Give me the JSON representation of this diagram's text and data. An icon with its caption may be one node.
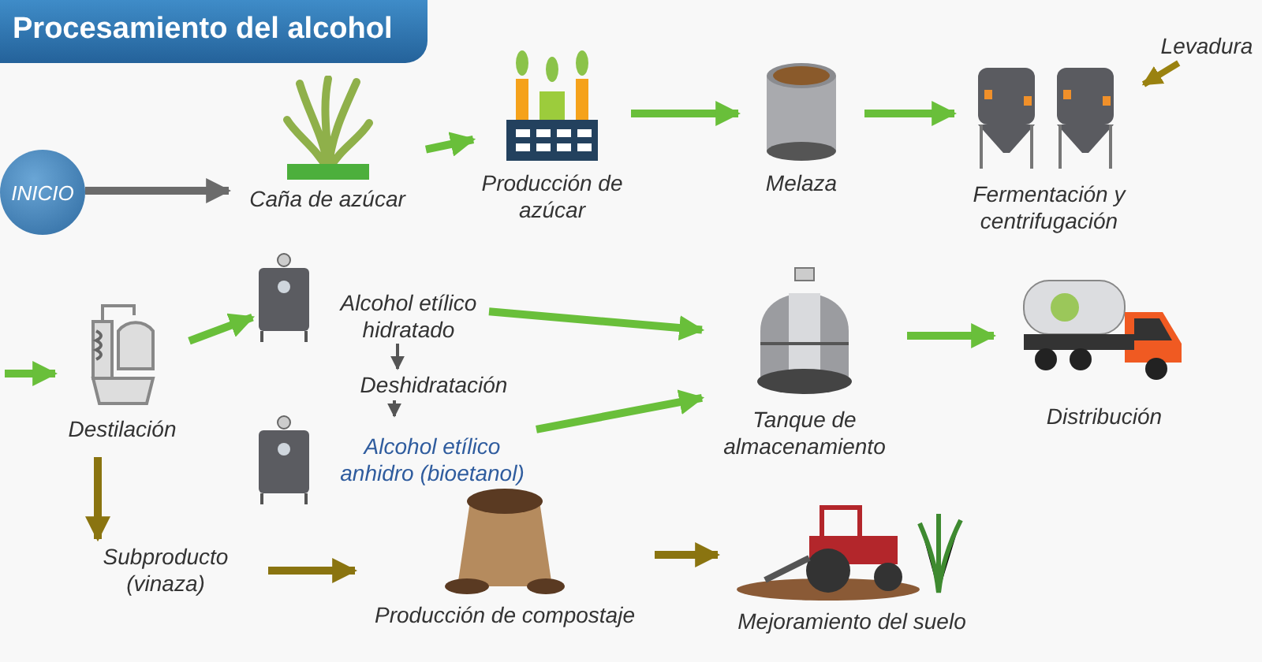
{
  "diagram": {
    "title": "Procesamiento del alcohol",
    "nodes": [
      {
        "text": [
          "INICIO"
        ]
      },
      {
        "text": [
          "Caña de azúcar"
        ]
      },
      {
        "text": [
          "Producción de azúcar"
        ]
      },
      {
        "text": [
          "Melaza"
        ]
      },
      {
        "text": [
          "Fermentación y centrifugación"
        ]
      },
      {
        "text": [
          "Levadura"
        ]
      },
      {
        "text": [
          "Destilación"
        ]
      },
      {
        "text": [
          "Alcohol etílico hidratado"
        ]
      },
      {
        "text": [
          "Deshidratación"
        ]
      },
      {
        "text": [
          "Alcohol etílico anhidro (bioetanol)"
        ]
      },
      {
        "text": [
          "Tanque de almacenamiento"
        ]
      },
      {
        "text": [
          "Distribución"
        ]
      },
      {
        "text": [
          "Subproducto (vinaza)"
        ]
      },
      {
        "text": [
          "Producción de compostaje"
        ]
      },
      {
        "text": [
          "Mejoramiento del suelo"
        ]
      }
    ],
    "edges": [
      {
        "from": 0,
        "to": 1,
        "arrow": "to",
        "color": "#6b6b6b"
      },
      {
        "from": 1,
        "to": 2,
        "arrow": "to"
      },
      {
        "from": 2,
        "to": 3,
        "arrow": "to"
      },
      {
        "from": 3,
        "to": 4,
        "arrow": "to"
      },
      {
        "from": 5,
        "to": 4,
        "arrow": "to",
        "color": "#9a8210"
      },
      {
        "from": null,
        "to": 6,
        "arrow": "to"
      },
      {
        "from": 6,
        "to": 7,
        "arrow": "to"
      },
      {
        "from": 7,
        "to": 8,
        "arrow": "to",
        "color": "#555555"
      },
      {
        "from": 8,
        "to": 9,
        "arrow": "to",
        "color": "#555555"
      },
      {
        "from": 7,
        "to": 10,
        "arrow": "to"
      },
      {
        "from": 9,
        "to": 10,
        "arrow": "to"
      },
      {
        "from": 10,
        "to": 11,
        "arrow": "to"
      },
      {
        "from": 6,
        "to": 12,
        "arrow": "to",
        "color": "#8a7410"
      },
      {
        "from": 12,
        "to": 13,
        "arrow": "to",
        "color": "#8a7410"
      },
      {
        "from": 13,
        "to": 14,
        "arrow": "to",
        "color": "#8a7410"
      }
    ]
  }
}
